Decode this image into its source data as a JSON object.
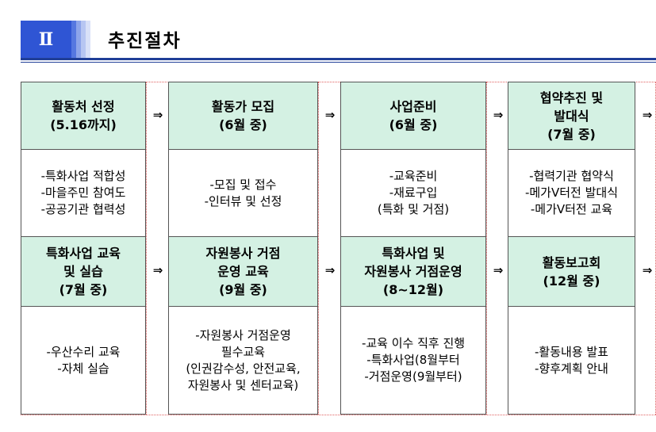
{
  "section": {
    "number": "Ⅱ",
    "title": "추진절차"
  },
  "arrow": "⇒",
  "row1": [
    {
      "stage": [
        "활동처 선정",
        "(5.16까지)"
      ],
      "details": [
        "-특화사업 적합성",
        "-마을주민 참여도",
        "-공공기관 협력성"
      ]
    },
    {
      "stage": [
        "활동가 모집",
        "(6월 중)"
      ],
      "details": [
        "-모집 및 접수",
        "-인터뷰 및 선정"
      ]
    },
    {
      "stage": [
        "사업준비",
        "(6월 중)"
      ],
      "details": [
        "-교육준비",
        "-재료구입",
        "(특화 및 거점)"
      ]
    },
    {
      "stage": [
        "협약추진 및",
        "발대식",
        "(7월 중)"
      ],
      "details": [
        "-협력기관 협약식",
        "-메가V터전 발대식",
        "-메가V터전 교육"
      ]
    }
  ],
  "row2": [
    {
      "stage": [
        "특화사업 교육",
        "및 실습",
        "(7월 중)"
      ],
      "details": [
        "-우산수리 교육",
        "-자체 실습"
      ]
    },
    {
      "stage": [
        "자원봉사 거점",
        "운영 교육",
        "(9월 중)"
      ],
      "details": [
        "-자원봉사 거점운영",
        "필수교육",
        "(인권감수성, 안전교육,",
        "자원봉사 및 센터교육)"
      ]
    },
    {
      "stage": [
        "특화사업 및",
        "자원봉사 거점운영",
        "(8~12월)"
      ],
      "details": [
        "-교육 이수 직후 진행",
        "-특화사업(8월부터",
        "-거점운영(9월부터)"
      ]
    },
    {
      "stage": [
        "활동보고회",
        "(12월 중)"
      ],
      "details": [
        "-활동내용 발표",
        "-향후계획 안내"
      ]
    }
  ]
}
